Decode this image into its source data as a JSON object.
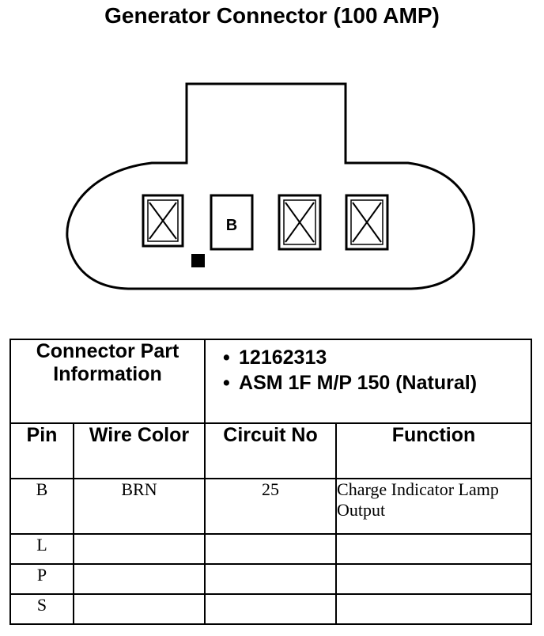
{
  "title": "Generator Connector (100 AMP)",
  "connector": {
    "cavities": [
      {
        "label": "",
        "state": "blocked"
      },
      {
        "label": "B",
        "state": "used"
      },
      {
        "label": "",
        "state": "blocked"
      },
      {
        "label": "",
        "state": "blocked"
      }
    ]
  },
  "info": {
    "label": "Connector Part Information",
    "parts": [
      "12162313",
      "ASM 1F M/P 150 (Natural)"
    ]
  },
  "table": {
    "headers": [
      "Pin",
      "Wire Color",
      "Circuit No",
      "Function"
    ],
    "rows": [
      {
        "pin": "B",
        "color": "BRN",
        "circuit": "25",
        "function": "Charge Indicator Lamp Output"
      },
      {
        "pin": "L",
        "color": "",
        "circuit": "",
        "function": ""
      },
      {
        "pin": "P",
        "color": "",
        "circuit": "",
        "function": ""
      },
      {
        "pin": "S",
        "color": "",
        "circuit": "",
        "function": ""
      }
    ]
  }
}
